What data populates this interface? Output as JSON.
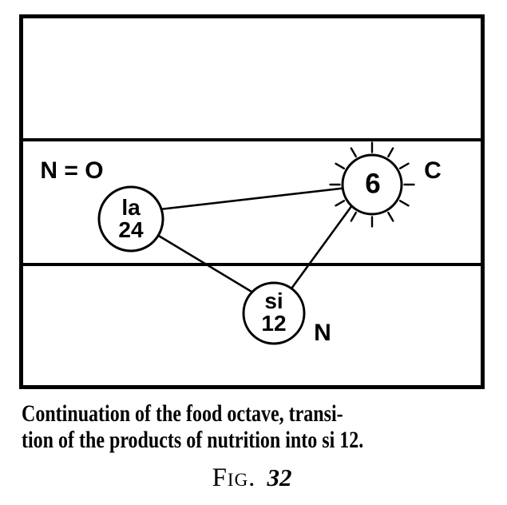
{
  "colors": {
    "ink": "#000000",
    "background": "#ffffff"
  },
  "figure_box": {
    "bands": 3,
    "labels": {
      "n_equals_o": "N = O",
      "carbon": "C",
      "nitrogen": "N"
    }
  },
  "nodes": {
    "la": {
      "note": "la",
      "value": "24",
      "shape": "circle"
    },
    "si": {
      "note": "si",
      "value": "12",
      "shape": "circle"
    },
    "sun": {
      "value": "6",
      "shape": "sun-circle",
      "rays": 12
    }
  },
  "edges": [
    [
      "la",
      "sun"
    ],
    [
      "la",
      "si"
    ],
    [
      "si",
      "sun"
    ]
  ],
  "caption": {
    "line1": "Continuation of the food octave, transi-",
    "line2": "tion of the products of nutrition into si 12."
  },
  "figure": {
    "label": "Fig.",
    "number": "32"
  }
}
